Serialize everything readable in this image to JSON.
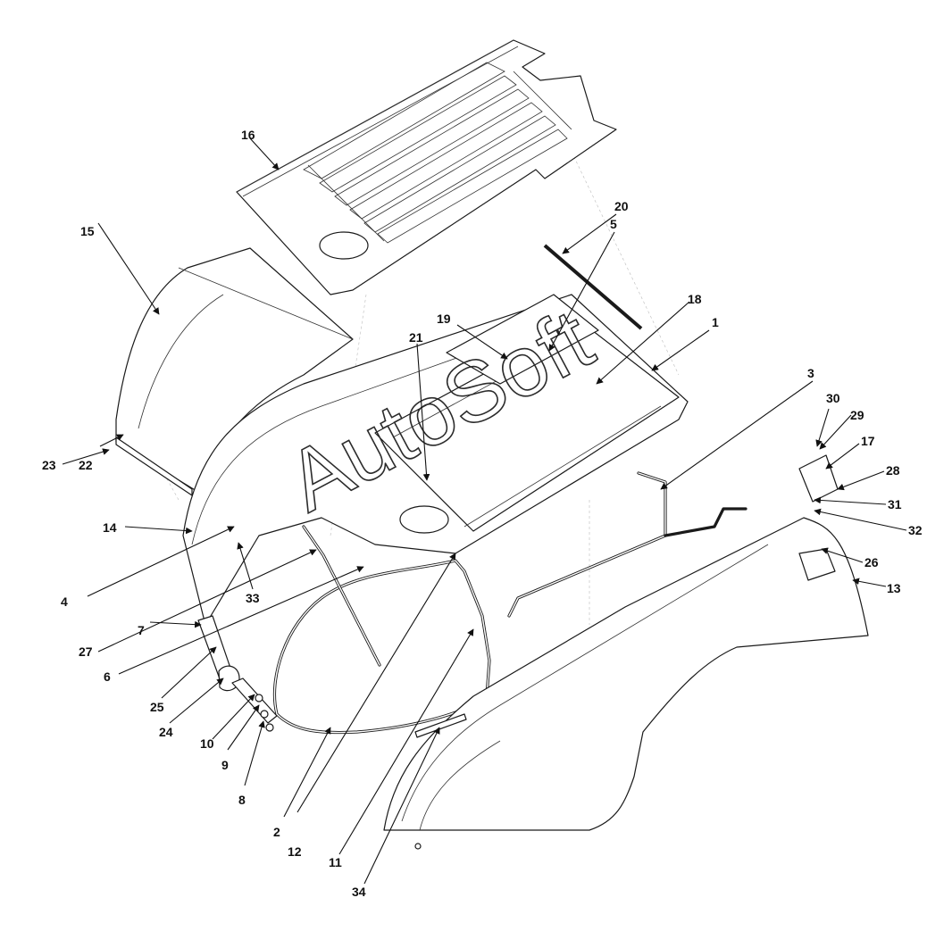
{
  "watermark": "AutoSoft",
  "callouts": [
    {
      "label": "1"
    },
    {
      "label": "2"
    },
    {
      "label": "3"
    },
    {
      "label": "4"
    },
    {
      "label": "5"
    },
    {
      "label": "6"
    },
    {
      "label": "7"
    },
    {
      "label": "8"
    },
    {
      "label": "9"
    },
    {
      "label": "10"
    },
    {
      "label": "11"
    },
    {
      "label": "12"
    },
    {
      "label": "13"
    },
    {
      "label": "14"
    },
    {
      "label": "15"
    },
    {
      "label": "16"
    },
    {
      "label": "17"
    },
    {
      "label": "18"
    },
    {
      "label": "19"
    },
    {
      "label": "20"
    },
    {
      "label": "21"
    },
    {
      "label": "22"
    },
    {
      "label": "23"
    },
    {
      "label": "24"
    },
    {
      "label": "25"
    },
    {
      "label": "26"
    },
    {
      "label": "27"
    },
    {
      "label": "28"
    },
    {
      "label": "29"
    },
    {
      "label": "30"
    },
    {
      "label": "31"
    },
    {
      "label": "32"
    },
    {
      "label": "33"
    },
    {
      "label": "34"
    }
  ]
}
